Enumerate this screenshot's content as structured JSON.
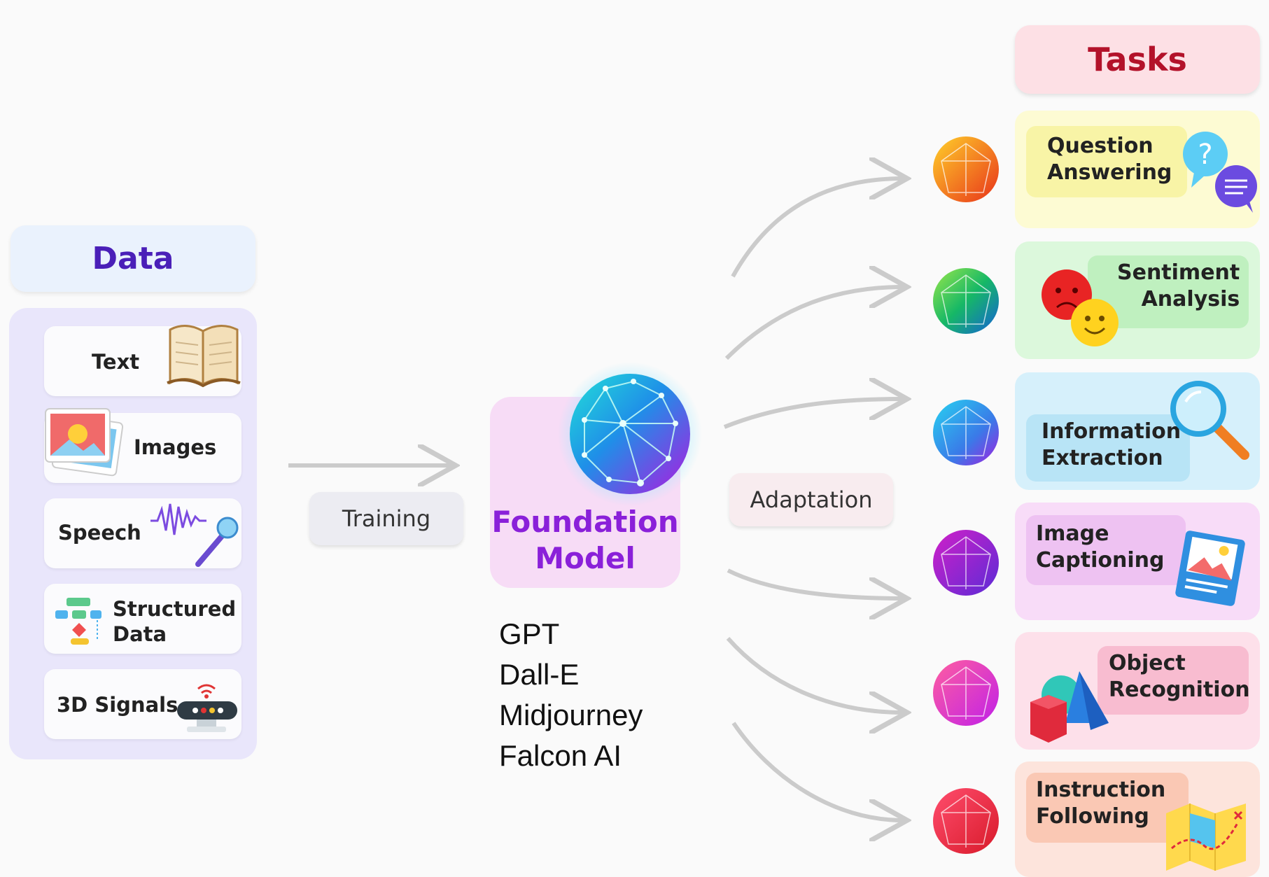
{
  "data_section": {
    "title": "Data",
    "items": [
      {
        "label": "Text",
        "icon": "open-book-icon"
      },
      {
        "label": "Images",
        "icon": "photos-icon"
      },
      {
        "label": "Speech",
        "icon": "microphone-waveform-icon"
      },
      {
        "label": "Structured\nData",
        "icon": "flowchart-icon"
      },
      {
        "label": "3D Signals",
        "icon": "sensor-device-icon"
      }
    ]
  },
  "training_label": "Training",
  "foundation_model": {
    "title": "Foundation\nModel",
    "examples": [
      "GPT",
      "Dall-E",
      "Midjourney",
      "Falcon AI"
    ]
  },
  "adaptation_label": "Adaptation",
  "tasks_section": {
    "title": "Tasks",
    "items": [
      {
        "label": "Question\nAnswering",
        "icon": "question-chat-icon",
        "color": "#fdfbd3"
      },
      {
        "label": "Sentiment\nAnalysis",
        "icon": "emotion-faces-icon",
        "color": "#dcf8dc"
      },
      {
        "label": "Information\nExtraction",
        "icon": "magnifier-icon",
        "color": "#d6f0fb"
      },
      {
        "label": "Image\nCaptioning",
        "icon": "picture-card-icon",
        "color": "#f8dcf8"
      },
      {
        "label": "Object\nRecognition",
        "icon": "shapes-icon",
        "color": "#fde0ea"
      },
      {
        "label": "Instruction\nFollowing",
        "icon": "treasure-map-icon",
        "color": "#fde4dc"
      }
    ]
  }
}
